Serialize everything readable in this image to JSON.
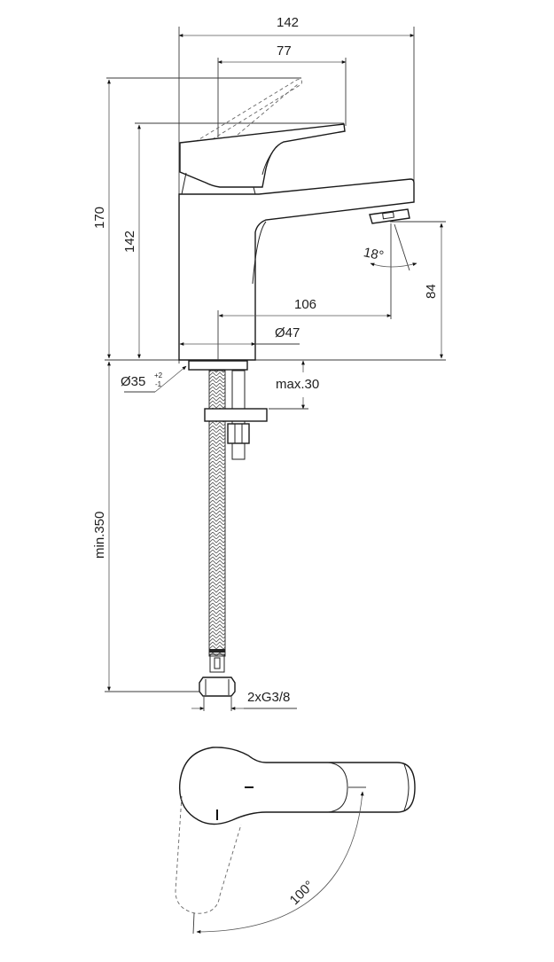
{
  "drawing": {
    "title": "Basin mixer technical drawing",
    "line_color": "#1a1a1a",
    "dimensions": {
      "overall_width": "142",
      "handle_reach": "77",
      "total_height": "170",
      "spout_height": "142",
      "spout_reach": "106",
      "body_diameter": "Ø47",
      "spout_clearance": "84",
      "spout_angle": "18°",
      "hole_diameter": "Ø35",
      "hole_tol_plus": "+2",
      "hole_tol_minus": "-1",
      "max_thickness": "max.30",
      "hose_length": "min.350",
      "connection": "2xG3/8",
      "rotation_angle": "100°"
    }
  }
}
